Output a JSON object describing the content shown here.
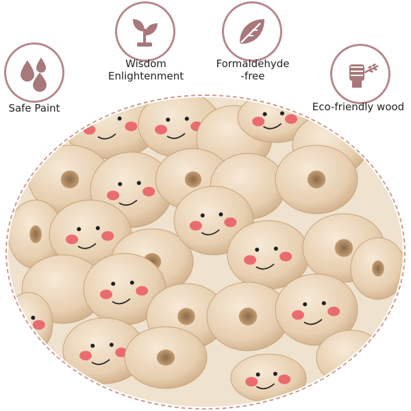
{
  "features": [
    {
      "id": "safe-paint",
      "icon": "paint-drops-icon",
      "lines": [
        "Safe Paint"
      ]
    },
    {
      "id": "wisdom",
      "icon": "sprout-icon",
      "lines": [
        "Wisdom",
        "Enlightenment"
      ]
    },
    {
      "id": "formaldehyde",
      "icon": "leaf-icon",
      "lines": [
        "Formaldehyde",
        "-free"
      ]
    },
    {
      "id": "eco",
      "icon": "fist-wheat-icon",
      "lines": [
        "Eco-friendly wood"
      ]
    }
  ],
  "colors": {
    "badge_border": "#b5878a",
    "icon_fill": "#a8787a",
    "bead_wood": "#e9d3b8",
    "bead_shadow": "#cfae88",
    "blush": "#e8505b"
  }
}
